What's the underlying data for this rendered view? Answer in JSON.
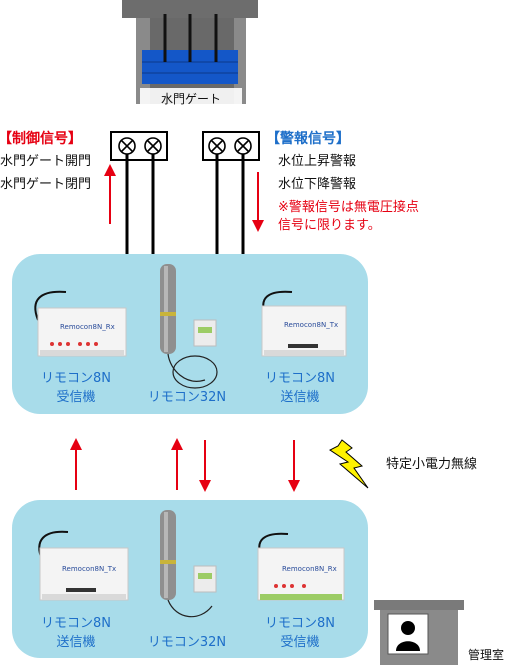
{
  "gate": {
    "label": "水門ゲート"
  },
  "control": {
    "title": "【制御信号】",
    "open": "水門ゲート開門",
    "close": "水門ゲート閉門"
  },
  "alarm": {
    "title": "【警報信号】",
    "rise": "水位上昇警報",
    "fall": "水位下降警報",
    "note_line1": "※警報信号は無電圧接点",
    "note_line2": "信号に限ります。"
  },
  "top_panel": {
    "receiver": {
      "line1": "リモコン8N",
      "line2": "受信機",
      "badge": "Remocon8N_Rx"
    },
    "antenna": {
      "label": "リモコン32N"
    },
    "transmitter": {
      "line1": "リモコン8N",
      "line2": "送信機",
      "badge": "Remocon8N_Tx"
    }
  },
  "wireless": {
    "label": "特定小電力無線"
  },
  "bottom_panel": {
    "transmitter": {
      "line1": "リモコン8N",
      "line2": "送信機",
      "badge": "Remocon8N_Tx"
    },
    "antenna": {
      "label": "リモコン32N"
    },
    "receiver": {
      "line1": "リモコン8N",
      "line2": "受信機",
      "badge": "Remocon8N_Rx"
    }
  },
  "office": {
    "label": "管理室"
  },
  "colors": {
    "panel": "#a8dcea",
    "arrow_red": "#e60012",
    "blue_text": "#1e6fc9",
    "terminal_line": "#000000"
  }
}
